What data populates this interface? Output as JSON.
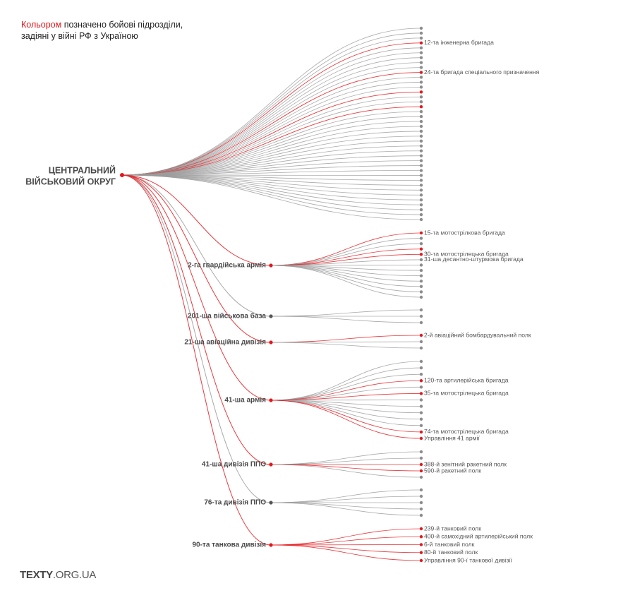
{
  "legend": {
    "highlight": "Кольором",
    "rest": " позначено бойові підрозділи, задіяні у війні РФ з Україною"
  },
  "colors": {
    "active": "#e4161b",
    "inactive": "#9b9b9b",
    "leaf": "#8c8c8c",
    "text": "#555555",
    "title": "#4a4a4a"
  },
  "root": {
    "line1": "ЦЕНТРАЛЬНИЙ",
    "line2": "ВІЙСЬКОВИЙ ОКРУГ"
  },
  "direct_branch": {
    "count": 40,
    "active_indices": [
      3,
      9,
      13,
      16
    ],
    "labels": [
      {
        "index": 3,
        "text": "12-та інженерна бригада"
      },
      {
        "index": 9,
        "text": "24-та бригада спеціального призначення"
      }
    ]
  },
  "groups": [
    {
      "name": "2-га гвардійська армія",
      "active": true,
      "leaves": 13,
      "active_leaves": [
        0,
        3,
        4
      ],
      "labels": [
        {
          "index": 0,
          "text": "15-та мотострілкова бригада"
        },
        {
          "index": 4,
          "text": "30-та мотострілецька бригада"
        },
        {
          "index": 5,
          "text": "31-ша десантно-штурмова бригада"
        }
      ]
    },
    {
      "name": "201-ша військова база",
      "active": false,
      "leaves": 3,
      "active_leaves": [],
      "labels": []
    },
    {
      "name": "21-ша авіаційна дивізія",
      "active": true,
      "leaves": 3,
      "active_leaves": [
        0
      ],
      "labels": [
        {
          "index": 0,
          "text": "2-й авіаційний бомбардувальний полк"
        }
      ]
    },
    {
      "name": "41-ша армія",
      "active": true,
      "leaves": 13,
      "active_leaves": [
        3,
        5,
        11,
        12
      ],
      "labels": [
        {
          "index": 3,
          "text": "120-та артилерійська бригада"
        },
        {
          "index": 5,
          "text": "35-та мотострілецька бригада"
        },
        {
          "index": 11,
          "text": "74-та мотострілецька бригада"
        },
        {
          "index": 12,
          "text": "Управління 41 армії"
        }
      ]
    },
    {
      "name": "41-ша дивізія ППО",
      "active": true,
      "leaves": 5,
      "active_leaves": [
        2,
        3
      ],
      "labels": [
        {
          "index": 2,
          "text": "388-й зенітний ракетний полк"
        },
        {
          "index": 3,
          "text": "590-й ракетний полк"
        }
      ]
    },
    {
      "name": "76-та дивізія ППО",
      "active": false,
      "leaves": 5,
      "active_leaves": [],
      "labels": []
    },
    {
      "name": "90-та танкова дивізія",
      "active": true,
      "leaves": 5,
      "active_leaves": [
        0,
        1,
        2,
        3,
        4
      ],
      "labels": [
        {
          "index": 0,
          "text": "239-й танковий полк"
        },
        {
          "index": 1,
          "text": "400-й самохідний артилерійський полк"
        },
        {
          "index": 2,
          "text": "6-й танковий полк"
        },
        {
          "index": 3,
          "text": "80-й танковий полк"
        },
        {
          "index": 4,
          "text": "Управління 90-ї танкової дивізії"
        }
      ]
    }
  ],
  "brand": {
    "bold": "TEXTY",
    "rest": ".ORG.UA"
  }
}
